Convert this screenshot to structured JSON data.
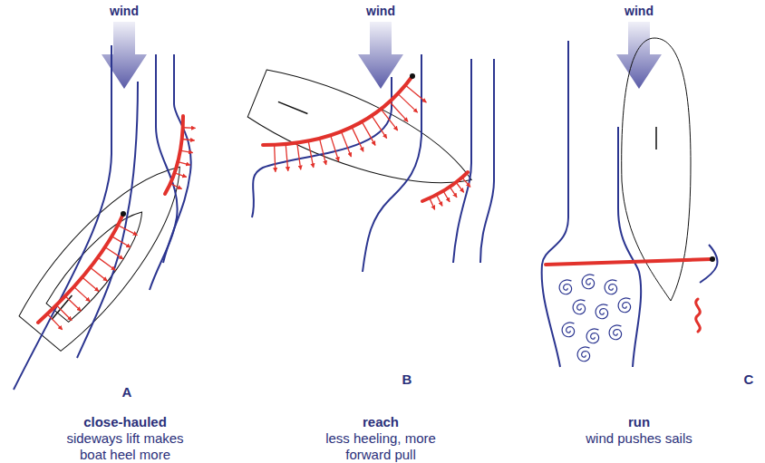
{
  "diagram": {
    "labels": [
      "wind",
      "wind",
      "wind",
      "A",
      "B",
      "C",
      "close-hauled",
      "sideways lift makes boat heel more",
      "reach",
      "less heeling, more forward pull",
      "run",
      "wind pushes sails"
    ]
  }
}
